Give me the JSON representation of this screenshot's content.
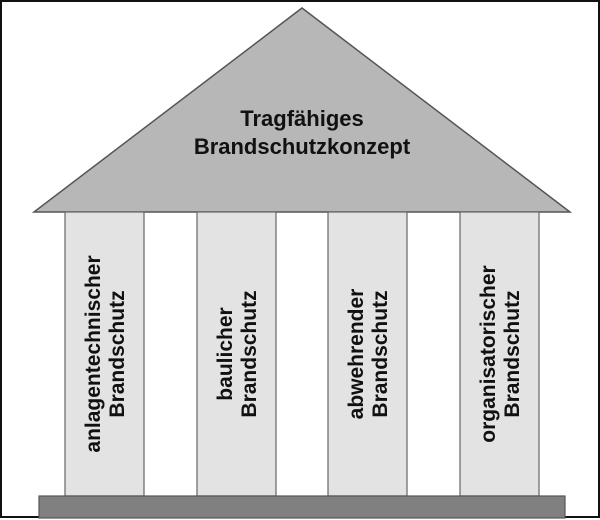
{
  "roof": {
    "line1": "Tragfähiges",
    "line2": "Brandschutzkonzept"
  },
  "pillars": [
    {
      "line1": "anlagentechnischer",
      "line2": "Brandschutz"
    },
    {
      "line1": "baulicher",
      "line2": "Brandschutz"
    },
    {
      "line1": "abwehrender",
      "line2": "Brandschutz"
    },
    {
      "line1": "organisatorischer",
      "line2": "Brandschutz"
    }
  ],
  "colors": {
    "roof": "#b7b7b7",
    "pillar": "#e3e3e3",
    "base": "#808080",
    "outline": "#444444"
  }
}
